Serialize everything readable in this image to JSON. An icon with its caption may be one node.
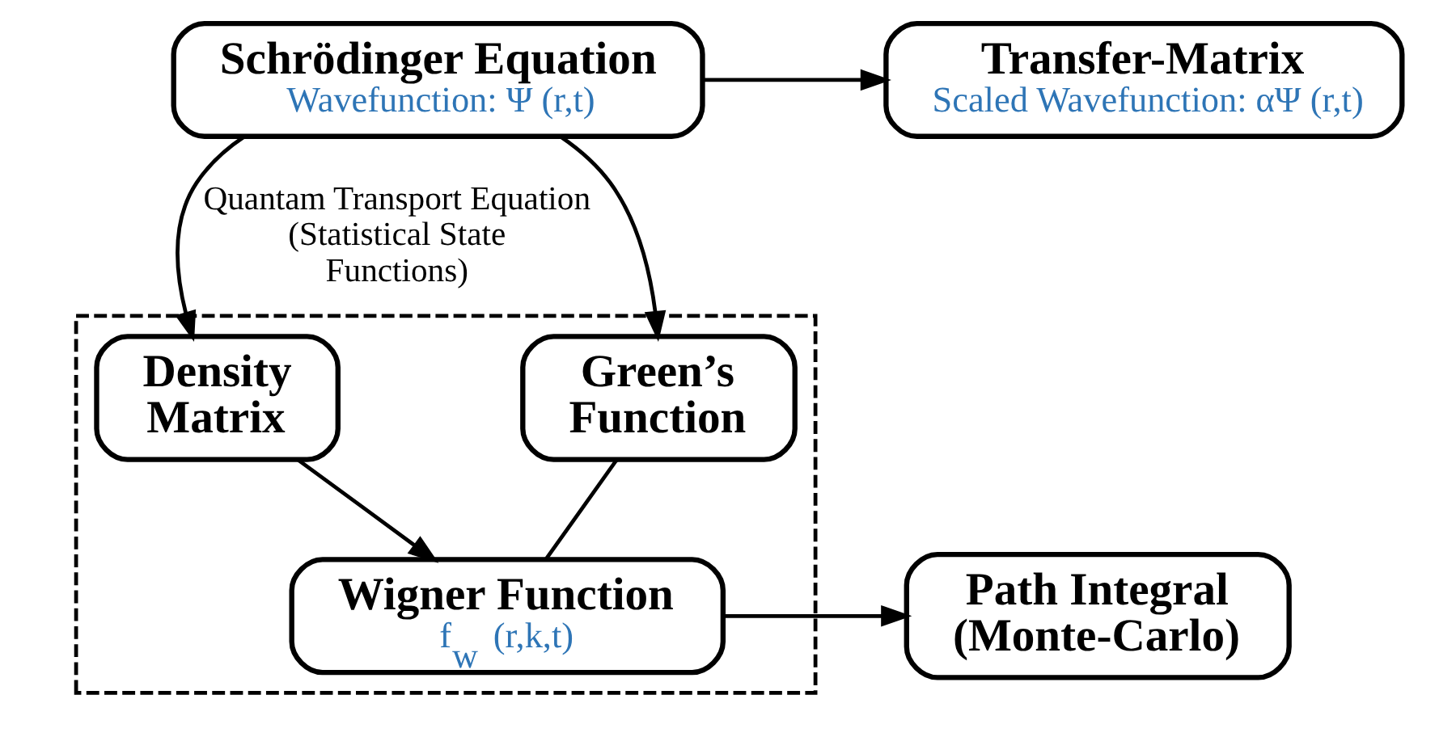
{
  "diagram": {
    "nodes": [
      {
        "text": [
          "Schrödinger Equation",
          "Wavefunction: Ψ (r,t)"
        ]
      },
      {
        "text": [
          "Transfer-Matrix",
          "Scaled Wavefunction: αΨ (r,t)"
        ]
      },
      {
        "text": [],
        "shape": "box"
      },
      {
        "text": [
          "Density Matrix"
        ],
        "in": 2
      },
      {
        "text": [
          "Green’s Function"
        ],
        "in": 2
      },
      {
        "text": [
          "Wigner Function",
          "f$_{w}$ (r,k,t)"
        ],
        "in": 2
      },
      {
        "text": [
          "Path Integral (Monte-Carlo)"
        ]
      }
    ],
    "edges": [
      {
        "from": 0,
        "to": 1,
        "arrow": "to"
      },
      {
        "from": 0,
        "to": 3,
        "arrow": "to",
        "label": "Quantam Transport Equation (Statistical State Functions)"
      },
      {
        "from": 0,
        "to": 4,
        "arrow": "to"
      },
      {
        "from": 3,
        "to": 5,
        "arrow": "to"
      },
      {
        "from": 4,
        "to": 5,
        "arrow": "none"
      },
      {
        "from": 5,
        "to": 6,
        "arrow": "to"
      }
    ]
  }
}
